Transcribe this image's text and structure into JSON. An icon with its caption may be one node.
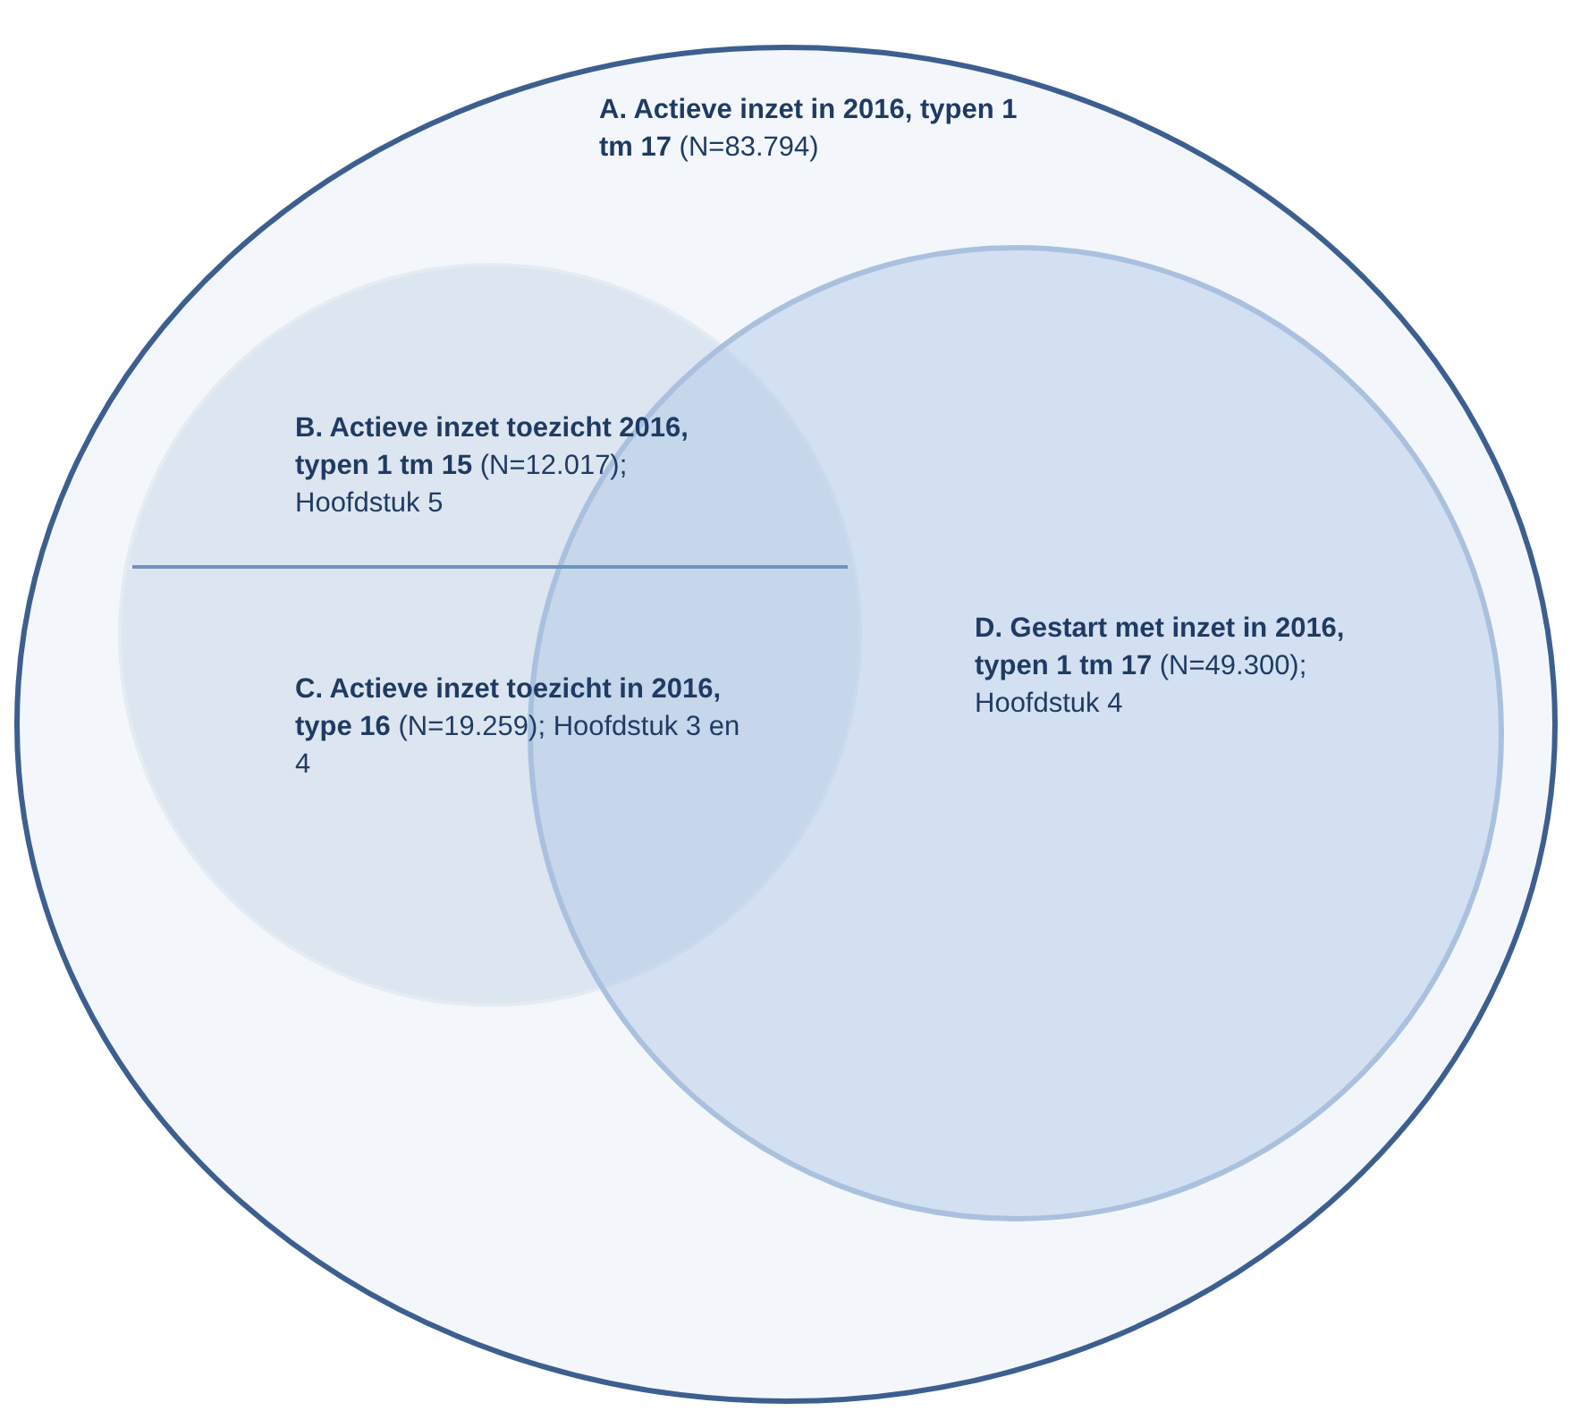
{
  "diagram": {
    "nodes": [
      {
        "text": [
          "**A. Actieve inzet in 2016, typen 1 tm 17** (N=83.794)"
        ]
      },
      {
        "text": [
          "**B. Actieve inzet toezicht 2016, typen 1 tm 15** (N=12.017); Hoofdstuk 5"
        ],
        "in": 0
      },
      {
        "text": [
          "**C. Actieve inzet toezicht in 2016, type 16** (N=19.259); Hoofdstuk 3 en 4"
        ],
        "in": 0
      },
      {
        "text": [
          "**D. Gestart met inzet in 2016, typen 1 tm 17** (N=49.300); Hoofdstuk 4"
        ],
        "in": 0
      }
    ],
    "edges": []
  }
}
